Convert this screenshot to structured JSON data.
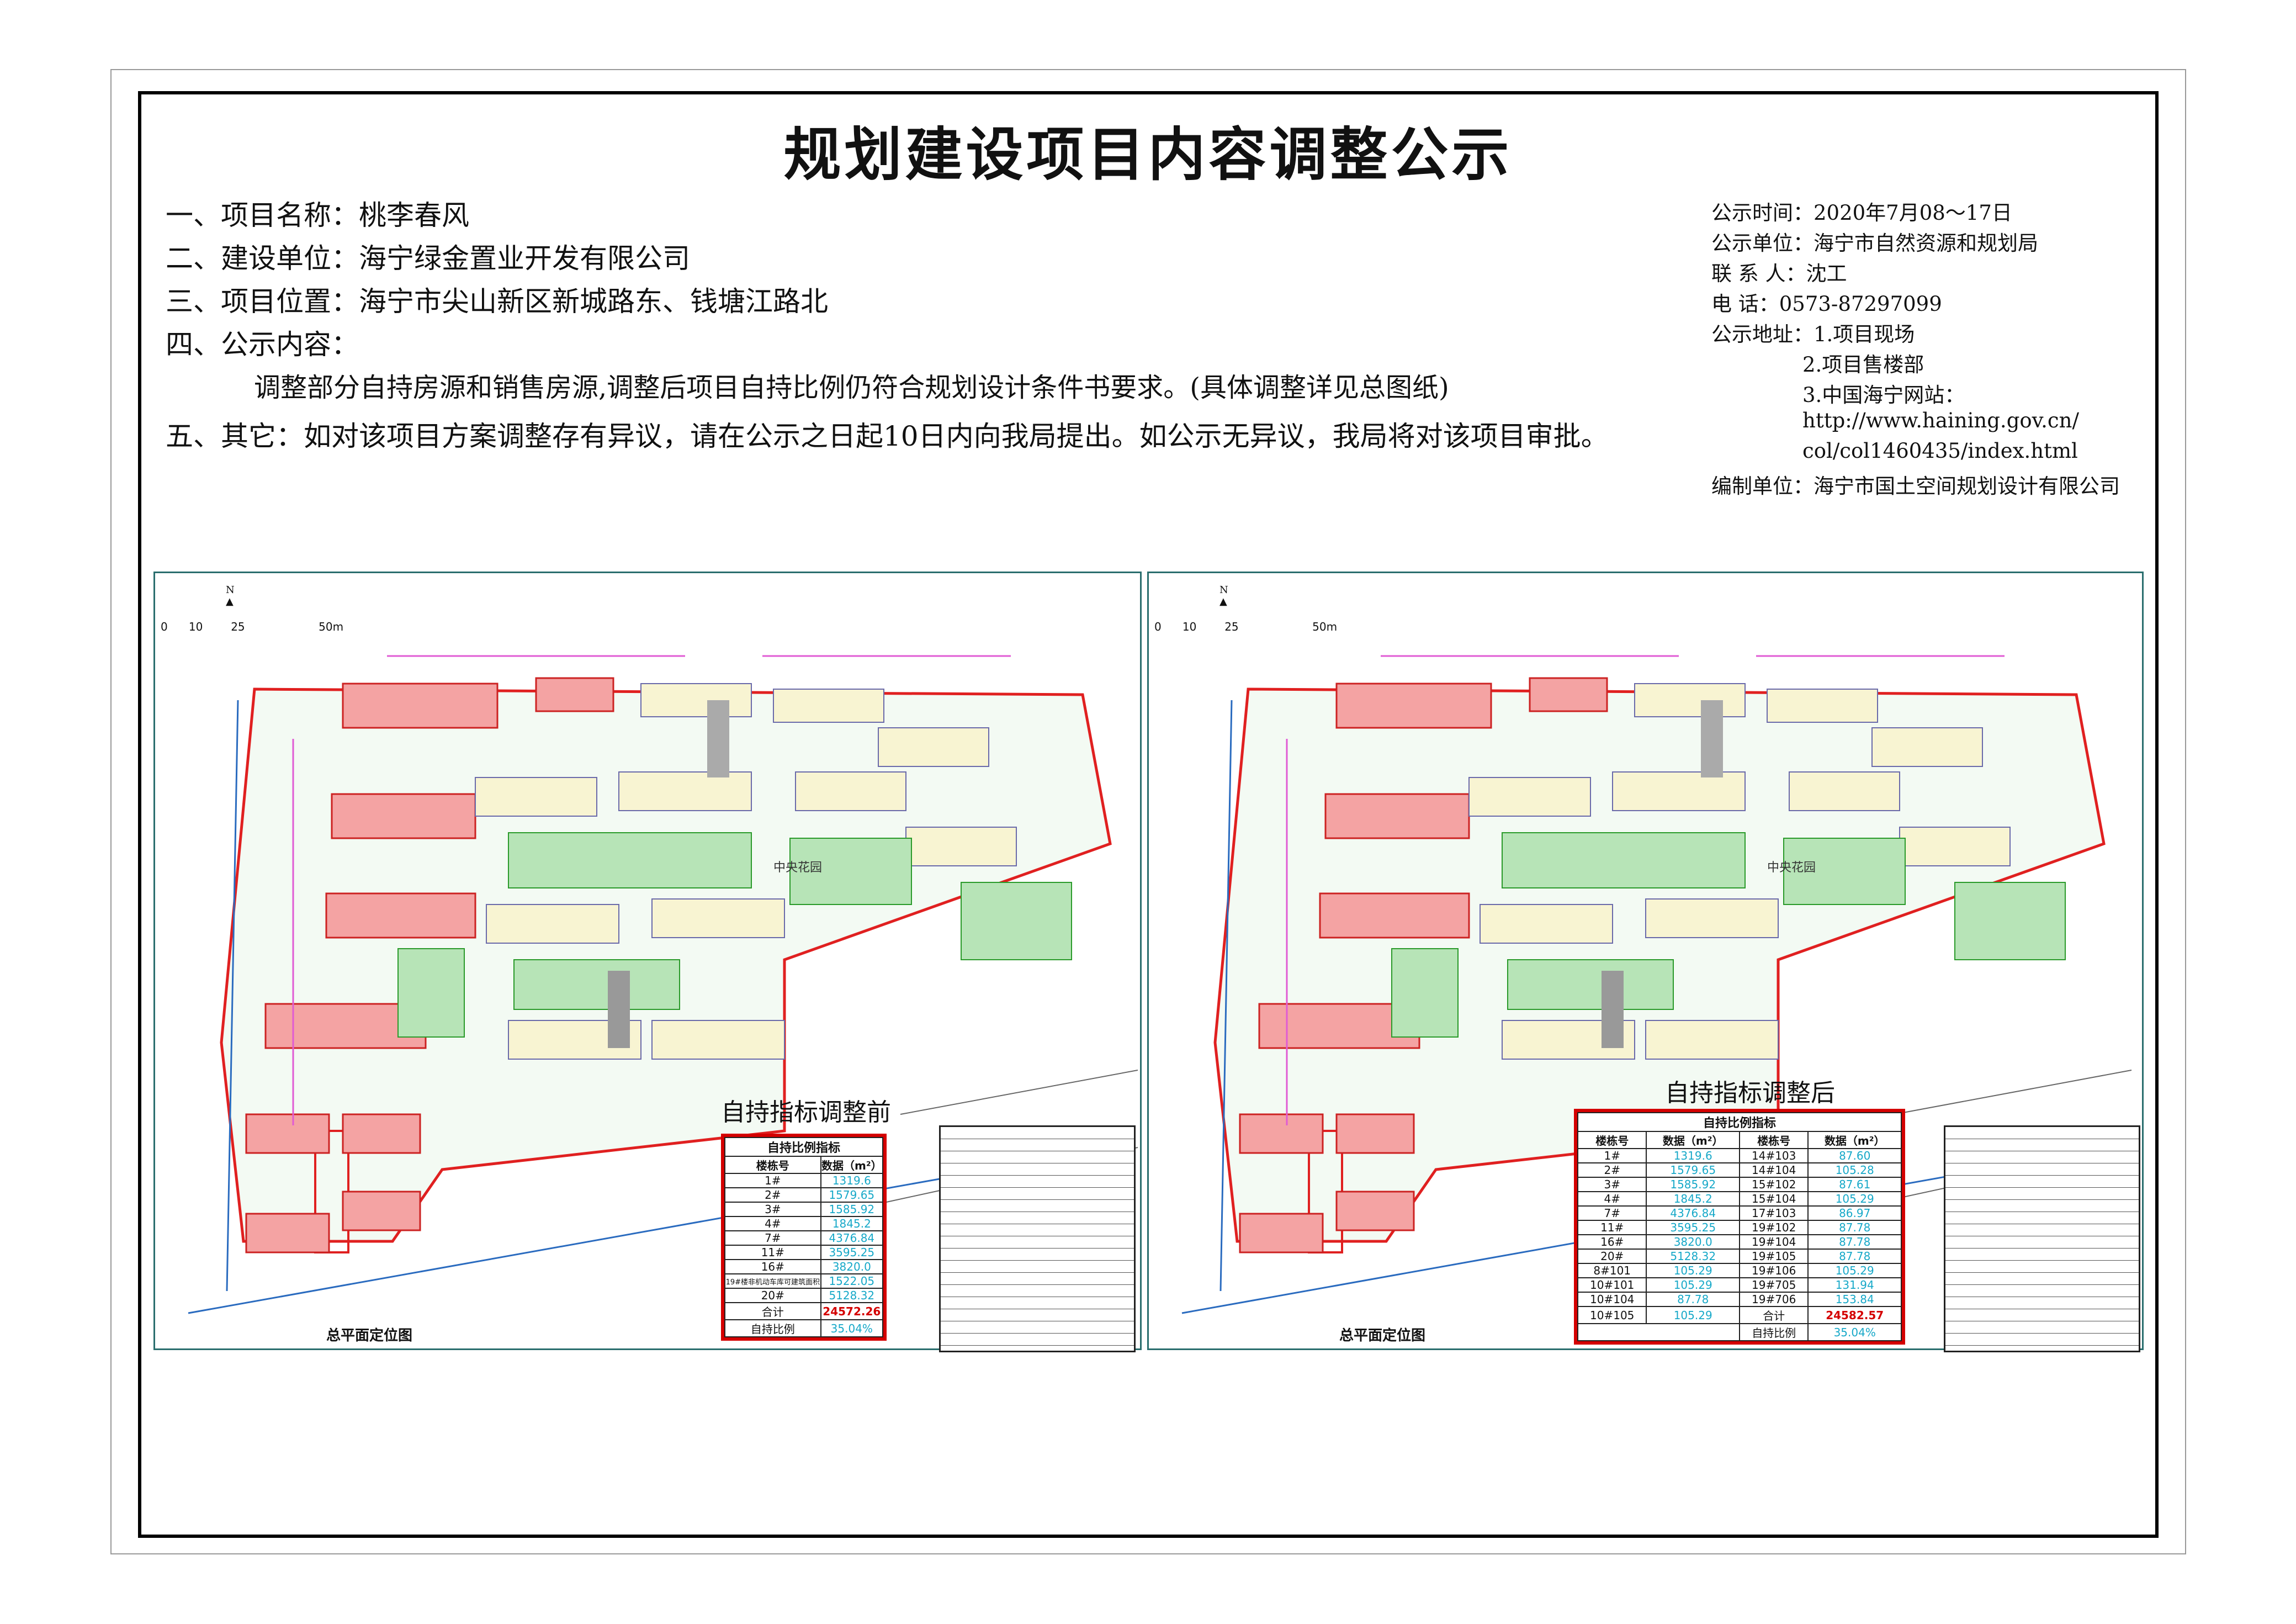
{
  "title": "规划建设项目内容调整公示",
  "left_info": [
    "一、项目名称：桃李春风",
    "二、建设单位：海宁绿金置业开发有限公司",
    "三、项目位置：海宁市尖山新区新城路东、钱塘江路北",
    "四、公示内容：",
    "调整部分自持房源和销售房源,调整后项目自持比例仍符合规划设计条件书要求。(具体调整详见总图纸)",
    "五、其它：如对该项目方案调整存有异议，请在公示之日起10日内向我局提出。如公示无异议，我局将对该项目审批。"
  ],
  "right_info": [
    "公示时间：2020年7月08～17日",
    "公示单位：海宁市自然资源和规划局",
    "联 系 人：沈工",
    "电    话：0573-87297099",
    "公示地址：1.项目现场",
    "2.项目售楼部",
    "3.中国海宁网站：",
    "http://www.haining.gov.cn/",
    "col/col1460435/index.html",
    "编制单位：海宁市国土空间规划设计有限公司"
  ],
  "panels": {
    "plan_caption": "总平面定位图",
    "scale": [
      "0",
      "10",
      "25",
      "50m"
    ],
    "north": "N",
    "central_garden": "中央花园"
  },
  "before": {
    "label": "自持指标调整前",
    "table_title": "自持比例指标",
    "headers": [
      "楼栋号",
      "数据（m²）"
    ],
    "rows": [
      [
        "1#",
        "1319.6"
      ],
      [
        "2#",
        "1579.65"
      ],
      [
        "3#",
        "1585.92"
      ],
      [
        "4#",
        "1845.2"
      ],
      [
        "7#",
        "4376.84"
      ],
      [
        "11#",
        "3595.25"
      ],
      [
        "16#",
        "3820.0"
      ],
      [
        "19#楼非机动车库可建筑面积",
        "1522.05"
      ],
      [
        "20#",
        "5128.32"
      ]
    ],
    "total_label": "合计",
    "total": "24572.26",
    "ratio_label": "自持比例",
    "ratio": "35.04%"
  },
  "after": {
    "label": "自持指标调整后",
    "table_title": "自持比例指标",
    "headers": [
      "楼栋号",
      "数据（m²）",
      "楼栋号",
      "数据（m²）"
    ],
    "rows": [
      [
        "1#",
        "1319.6",
        "14#103",
        "87.60"
      ],
      [
        "2#",
        "1579.65",
        "14#104",
        "105.28"
      ],
      [
        "3#",
        "1585.92",
        "15#102",
        "87.61"
      ],
      [
        "4#",
        "1845.2",
        "15#104",
        "105.29"
      ],
      [
        "7#",
        "4376.84",
        "17#103",
        "86.97"
      ],
      [
        "11#",
        "3595.25",
        "19#102",
        "87.78"
      ],
      [
        "16#",
        "3820.0",
        "19#104",
        "87.78"
      ],
      [
        "20#",
        "5128.32",
        "19#105",
        "87.78"
      ],
      [
        "8#101",
        "105.29",
        "19#106",
        "105.29"
      ],
      [
        "10#101",
        "105.29",
        "19#705",
        "131.94"
      ],
      [
        "10#104",
        "87.78",
        "19#706",
        "153.84"
      ],
      [
        "10#105",
        "105.29",
        "合计",
        "24582.57"
      ]
    ],
    "ratio_label": "自持比例",
    "ratio": "35.04%"
  }
}
